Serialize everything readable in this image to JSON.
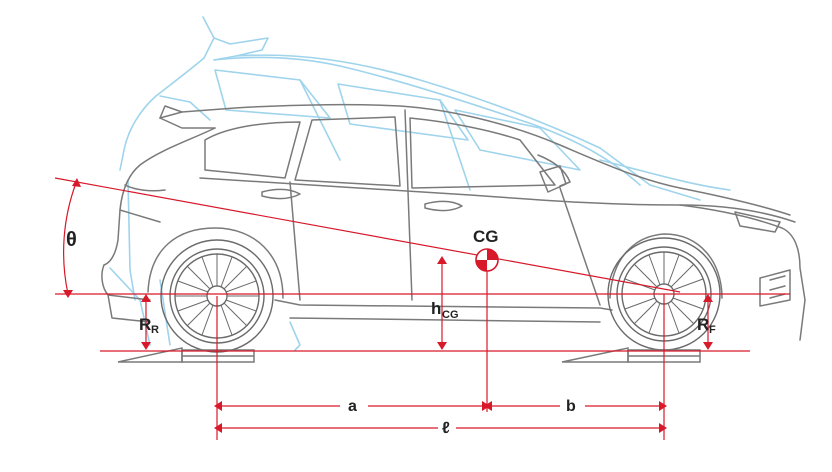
{
  "labels": {
    "theta": "θ",
    "cg": "CG",
    "hcg_main": "h",
    "hcg_sub": "CG",
    "rr_main": "R",
    "rr_sub": "R",
    "rf_main": "R",
    "rf_sub": "F",
    "a": "a",
    "b": "b",
    "l": "ℓ"
  },
  "colors": {
    "dimension_red": "#d7192a",
    "car_outline_gray": "#7a7a7a",
    "raised_car_blue": "#9fd4ec",
    "label_dark": "#222222"
  }
}
